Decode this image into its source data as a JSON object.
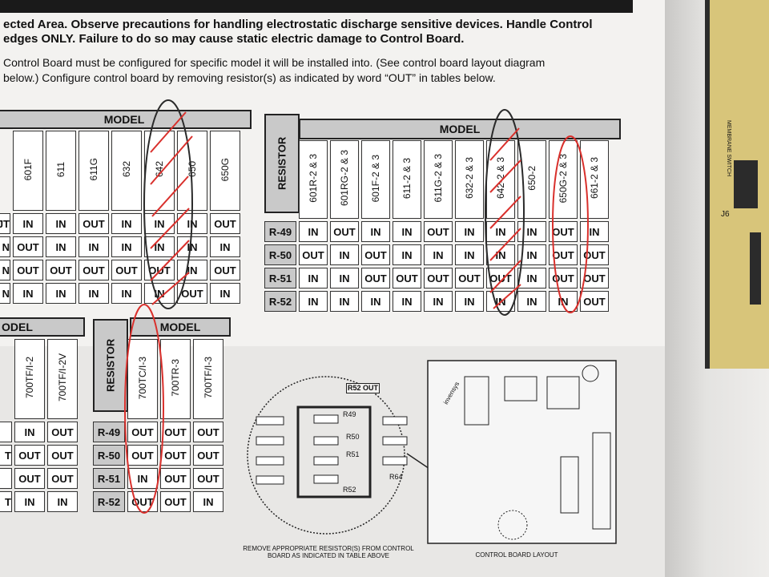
{
  "header": {
    "line1": "ected Area. Observe precautions for handling electrostatic discharge sensitive devices. Handle Control",
    "line2": " edges ONLY. Failure to do so may cause static electric damage to Control Board."
  },
  "intro": {
    "line1": "Control Board must be configured for specific model it will be installed into.  (See control board layout diagram",
    "line2": "below.)  Configure control board by removing resistor(s) as indicated by word “OUT” in tables below."
  },
  "table_left": {
    "model_header": "MODEL",
    "columns": [
      "601F",
      "611",
      "611G",
      "632",
      "642",
      "650",
      "650G"
    ],
    "rows": [
      [
        "JT",
        "IN",
        "IN",
        "OUT",
        "IN",
        "IN",
        "IN",
        "OUT"
      ],
      [
        "N",
        "OUT",
        "IN",
        "IN",
        "IN",
        "IN",
        "IN",
        "IN"
      ],
      [
        "N",
        "OUT",
        "OUT",
        "OUT",
        "OUT",
        "OUT",
        "IN",
        "OUT"
      ],
      [
        "N",
        "IN",
        "IN",
        "IN",
        "IN",
        "IN",
        "OUT",
        "IN"
      ]
    ]
  },
  "table_right": {
    "resistor_header": "RESISTOR",
    "model_header": "MODEL",
    "columns": [
      "601R-2 & 3",
      "601RG-2 & 3",
      "601F-2 & 3",
      "611-2 & 3",
      "611G-2 & 3",
      "632-2 & 3",
      "642-2 & 3",
      "650-2",
      "650G-2 & 3",
      "661-2 & 3"
    ],
    "rows": [
      {
        "label": "R-49",
        "values": [
          "IN",
          "OUT",
          "IN",
          "IN",
          "OUT",
          "IN",
          "IN",
          "IN",
          "OUT",
          "IN"
        ]
      },
      {
        "label": "R-50",
        "values": [
          "OUT",
          "IN",
          "OUT",
          "IN",
          "IN",
          "IN",
          "IN",
          "IN",
          "OUT",
          "OUT"
        ]
      },
      {
        "label": "R-51",
        "values": [
          "IN",
          "IN",
          "OUT",
          "OUT",
          "OUT",
          "OUT",
          "OUT",
          "IN",
          "OUT",
          "OUT"
        ]
      },
      {
        "label": "R-52",
        "values": [
          "IN",
          "IN",
          "IN",
          "IN",
          "IN",
          "IN",
          "IN",
          "IN",
          "IN",
          "OUT"
        ]
      }
    ]
  },
  "table_bottom_left": {
    "model_header": "ODEL",
    "columns": [
      "700TF/I-2",
      "700TF/I-2V"
    ],
    "rows": [
      [
        "",
        "IN",
        "OUT"
      ],
      [
        "T",
        "OUT",
        "OUT"
      ],
      [
        "",
        "OUT",
        "OUT"
      ],
      [
        "T",
        "IN",
        "IN"
      ]
    ]
  },
  "table_bottom_mid": {
    "resistor_header": "RESISTOR",
    "model_header": "MODEL",
    "columns": [
      "700TC/I-3",
      "700TR-3",
      "700TF/I-3"
    ],
    "rows": [
      {
        "label": "R-49",
        "values": [
          "OUT",
          "OUT",
          "OUT"
        ]
      },
      {
        "label": "R-50",
        "values": [
          "OUT",
          "OUT",
          "OUT"
        ]
      },
      {
        "label": "R-51",
        "values": [
          "IN",
          "OUT",
          "OUT"
        ]
      },
      {
        "label": "R-52",
        "values": [
          "OUT",
          "OUT",
          "IN"
        ]
      }
    ]
  },
  "diagram": {
    "r52_label": "R52 OUT",
    "labels": [
      "R49",
      "R50",
      "R51",
      "R52",
      "R64"
    ],
    "caption_left": "REMOVE APPROPRIATE RESISTOR(S) FROM CONTROL BOARD AS INDICATED IN TABLE ABOVE",
    "caption_right": "CONTROL BOARD LAYOUT",
    "brand": "invensys"
  },
  "photo": {
    "board_text": "MEMBRANE SWITCH",
    "connector": "J6"
  },
  "colors": {
    "annotation_black": "#2a2a2a",
    "annotation_red": "#d9302c",
    "board_yellow": "#d8c57a"
  }
}
